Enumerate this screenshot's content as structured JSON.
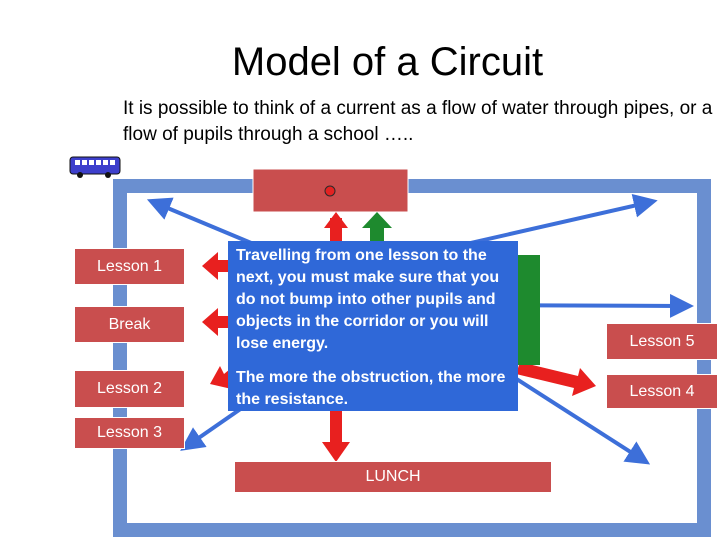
{
  "title": "Model of a Circuit",
  "subtitle": "It is possible to think of a current as a flow of water through pipes, or a flow of pupils through a school …..",
  "rooms": {
    "lesson1": "Lesson 1",
    "break": "Break",
    "lesson2": "Lesson 2",
    "lesson3": "Lesson 3",
    "lesson5": "Lesson 5",
    "lesson4": "Lesson 4",
    "lunch": "LUNCH"
  },
  "textbox": {
    "para1": "Travelling from one lesson to the next, you must make sure that you do not bump into other pupils and objects in the corridor or you will lose energy.",
    "para2": "The more the obstruction, the more the resistance."
  },
  "colors": {
    "corridor": "#6a8fd0",
    "room": "#c94e4e",
    "textbox": "#2f68d8",
    "arrow_red": "#e8201f",
    "arrow_blue": "#3d6fd9",
    "arrow_green": "#1e8a2e"
  },
  "icons": [
    "bus-icon",
    "bell-icon"
  ]
}
